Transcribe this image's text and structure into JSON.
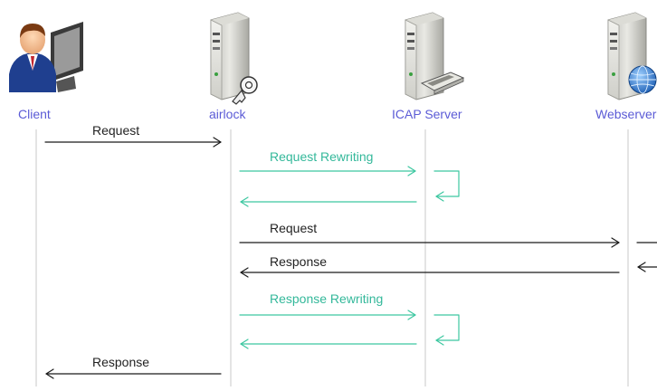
{
  "actors": {
    "client": "Client",
    "airlock": "airlock",
    "icap": "ICAP Server",
    "webserver": "Webserver"
  },
  "messages": {
    "request_client": "Request",
    "request_rewriting": "Request Rewriting",
    "request_web": "Request",
    "response_web": "Response",
    "response_rewriting": "Response Rewriting",
    "response_client": "Response"
  },
  "colors": {
    "actor_label": "#5b5bd6",
    "lifeline": "#c9c9c9",
    "arrow_black": "#1a1a1a",
    "arrow_teal": "#3cc7a0"
  },
  "icons": {
    "client": "user-computer-icon",
    "airlock": "server-key-icon",
    "icap": "server-card-icon",
    "webserver": "server-globe-icon"
  }
}
